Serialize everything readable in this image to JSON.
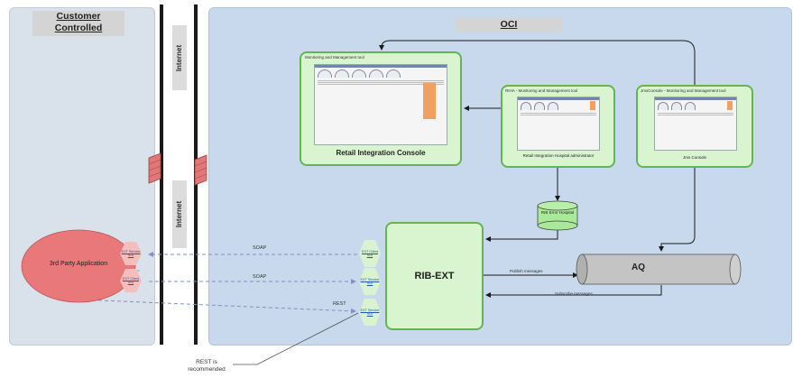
{
  "regions": {
    "customer_title": "Customer Controlled",
    "oci_title": "OCI"
  },
  "internet_labels": [
    "Internet",
    "Internet"
  ],
  "ric_box": {
    "title": "Monitoring and Management tool",
    "label": "Retail Integration Console"
  },
  "rih_box": {
    "title": "RIHA - Monitoring and Management tool",
    "label": "Retail Integration Hospital administrator"
  },
  "jms_box": {
    "title": "JmsConsole - Monitoring and Management tool",
    "label": "Jms Console"
  },
  "hospital_db": {
    "label": "RIB Error Hospital"
  },
  "rib_ext": {
    "label": "RIB-EXT"
  },
  "aq": {
    "label": "AQ"
  },
  "third_party": {
    "label": "3rd Party Application"
  },
  "ext_client_hex": [
    {
      "label": "EXT Service SOI"
    },
    {
      "label": "EXT Client SOI"
    }
  ],
  "ext_service_hex": [
    {
      "label": "EXT Client SOI"
    },
    {
      "label": "EXT Service SOI"
    },
    {
      "label": "EXT Service SOI"
    }
  ],
  "connections": {
    "soap_top": "SOAP",
    "soap_mid": "SOAP",
    "rest": "REST",
    "publish": "Publish messages",
    "subscribe": "Subscribe messages"
  },
  "annotation": "REST is recommended",
  "colors": {
    "customer_panel": "#d9e1ea",
    "oci_panel": "#c8d8ed",
    "green_fill": "#d9f5d0",
    "green_border": "#62b652",
    "third_party_fill": "#e8787a",
    "aq_fill": "#c4c4c4",
    "connector": "#1a1a1a",
    "dashed": "#7f92c2"
  }
}
